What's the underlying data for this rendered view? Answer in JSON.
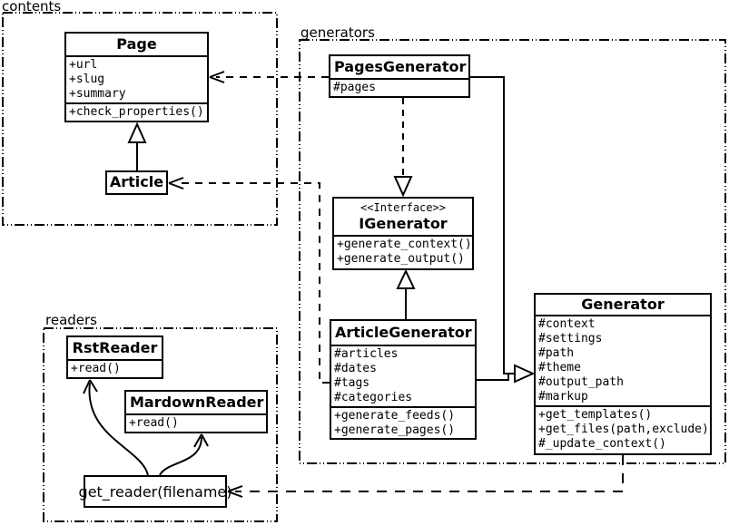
{
  "diagram": {
    "kind": "uml-class-diagram",
    "colors": {
      "line": "#000000",
      "background": "#ffffff",
      "box_fill": "#ffffff"
    }
  },
  "packages": {
    "contents": {
      "label": "contents"
    },
    "generators": {
      "label": "generators"
    },
    "readers": {
      "label": "readers"
    }
  },
  "classes": {
    "page": {
      "name": "Page",
      "attributes": [
        "+url",
        "+slug",
        "+summary"
      ],
      "methods": [
        "+check_properties()"
      ]
    },
    "article": {
      "name": "Article"
    },
    "pages_generator": {
      "name": "PagesGenerator",
      "attributes": [
        "#pages"
      ]
    },
    "igenerator": {
      "stereotype": "<<Interface>>",
      "name": "IGenerator",
      "methods": [
        "+generate_context()",
        "+generate_output()"
      ]
    },
    "article_generator": {
      "name": "ArticleGenerator",
      "attributes": [
        "#articles",
        "#dates",
        "#tags",
        "#categories"
      ],
      "methods": [
        "+generate_feeds()",
        "+generate_pages()"
      ]
    },
    "generator": {
      "name": "Generator",
      "attributes": [
        "#context",
        "#settings",
        "#path",
        "#theme",
        "#output_path",
        "#markup"
      ],
      "methods": [
        "+get_templates()",
        "+get_files(path,exclude)",
        "#_update_context()"
      ]
    },
    "rst_reader": {
      "name": "RstReader",
      "methods": [
        "+read()"
      ]
    },
    "mardown_reader": {
      "name": "MardownReader",
      "methods": [
        "+read()"
      ]
    }
  },
  "nodes": {
    "get_reader": {
      "label": "get_reader(filename)"
    }
  },
  "relationships": [
    {
      "from": "Article",
      "to": "Page",
      "type": "inheritance"
    },
    {
      "from": "PagesGenerator",
      "to": "IGenerator",
      "type": "realization"
    },
    {
      "from": "ArticleGenerator",
      "to": "IGenerator",
      "type": "inheritance"
    },
    {
      "from": "PagesGenerator",
      "to": "Generator",
      "type": "inheritance"
    },
    {
      "from": "ArticleGenerator",
      "to": "Generator",
      "type": "inheritance"
    },
    {
      "from": "PagesGenerator",
      "to": "Page",
      "type": "dependency"
    },
    {
      "from": "ArticleGenerator",
      "to": "Article",
      "type": "dependency"
    },
    {
      "from": "Generator",
      "to": "get_reader(filename)",
      "type": "dependency"
    },
    {
      "from": "get_reader(filename)",
      "to": "RstReader",
      "type": "call-arrow"
    },
    {
      "from": "get_reader(filename)",
      "to": "MardownReader",
      "type": "call-arrow"
    }
  ]
}
